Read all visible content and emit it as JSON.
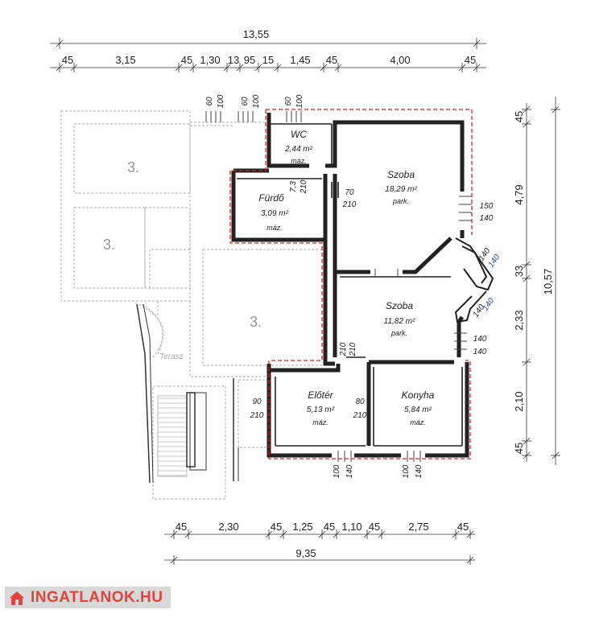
{
  "top_dims": {
    "total": "13,55",
    "segments": [
      "45",
      "3,15",
      "45",
      "1,30",
      "13",
      "95",
      "15",
      "1,45",
      "45",
      "4,00",
      "45"
    ]
  },
  "bottom_dims": {
    "total": "9,35",
    "segments": [
      "45",
      "2,30",
      "45",
      "1,25",
      "45",
      "1,10",
      "45",
      "2,75",
      "45"
    ]
  },
  "right_dims": {
    "total": "10,57",
    "segments": [
      "45",
      "4,79",
      "33",
      "2,33",
      "2,10",
      "45"
    ]
  },
  "window_labels_top": [
    "60",
    "100",
    "60",
    "100",
    "60",
    "100"
  ],
  "window_labels_bottom": [
    "100",
    "140",
    "100",
    "140"
  ],
  "rooms": [
    {
      "name": "WC",
      "area": "2,44 m²",
      "floor": "máz."
    },
    {
      "name": "Fürdő",
      "area": "3,09 m²",
      "floor": "máz."
    },
    {
      "name": "Szoba",
      "area": "18,29 m²",
      "floor": "park."
    },
    {
      "name": "Szoba",
      "area": "11,82 m²",
      "floor": "park."
    },
    {
      "name": "Előtér",
      "area": "5,13 m²",
      "floor": "máz."
    },
    {
      "name": "Konyha",
      "area": "5,84 m²",
      "floor": "máz."
    }
  ],
  "door_labels": {
    "wc_bath_top": "7,3",
    "wc_bath_bottom": "210",
    "bath_room_top": "70",
    "bath_room_bottom": "210",
    "room1_window_top": "150",
    "room1_window_bottom": "140",
    "bay_a": "140",
    "bay_b": "140",
    "bay_c": "140",
    "bay_d": "140",
    "room2_window_top": "140",
    "room2_window_bottom": "140",
    "hall_top_a": "210",
    "hall_top_b": "210",
    "entry_top": "90",
    "entry_bottom": "210",
    "kitchen_top": "80",
    "kitchen_bottom": "210"
  },
  "neighbour_labels": [
    "3.",
    "3.",
    "3."
  ],
  "terrace_label": "Terasz",
  "logo_text": "INGATLANOK.HU"
}
